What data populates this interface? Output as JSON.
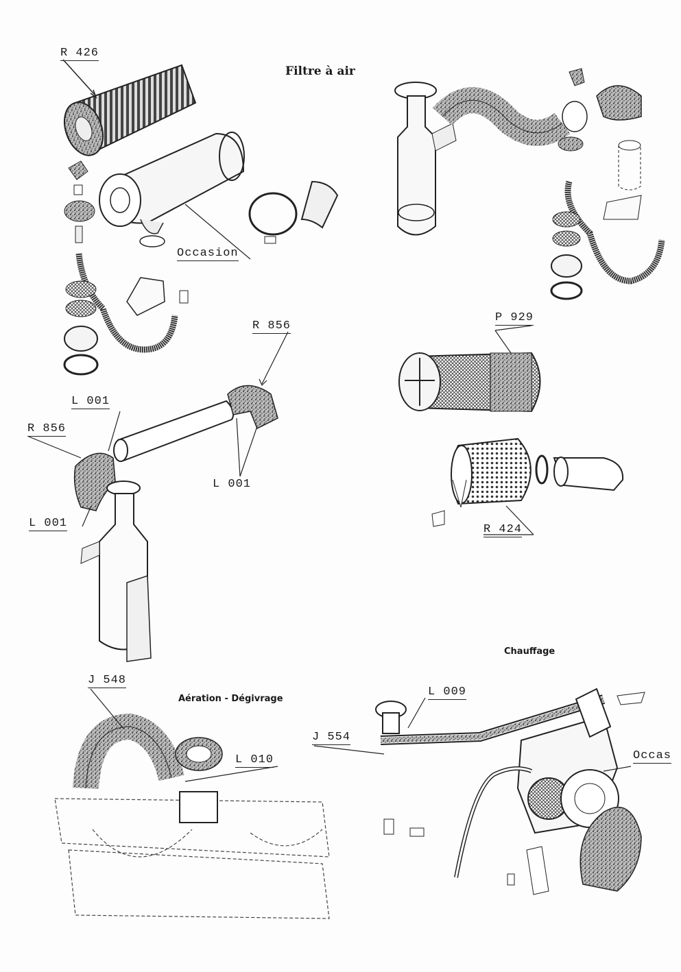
{
  "sections": {
    "air_filter": "Filtre à air",
    "ventilation": "Aération - Dégivrage",
    "heating": "Chauffage"
  },
  "labels": {
    "r426": "R 426",
    "occasion1": "Occasion",
    "r855": "R 856",
    "l001_top": "L 001",
    "r856": "R 856",
    "l001_mid": "L 001",
    "l001_low": "L 001",
    "p929": "P 929",
    "r424": "R 424",
    "j548": "J 548",
    "l010": "L 010",
    "l009": "L 009",
    "j554": "J 554",
    "occasion2": "Occas"
  }
}
